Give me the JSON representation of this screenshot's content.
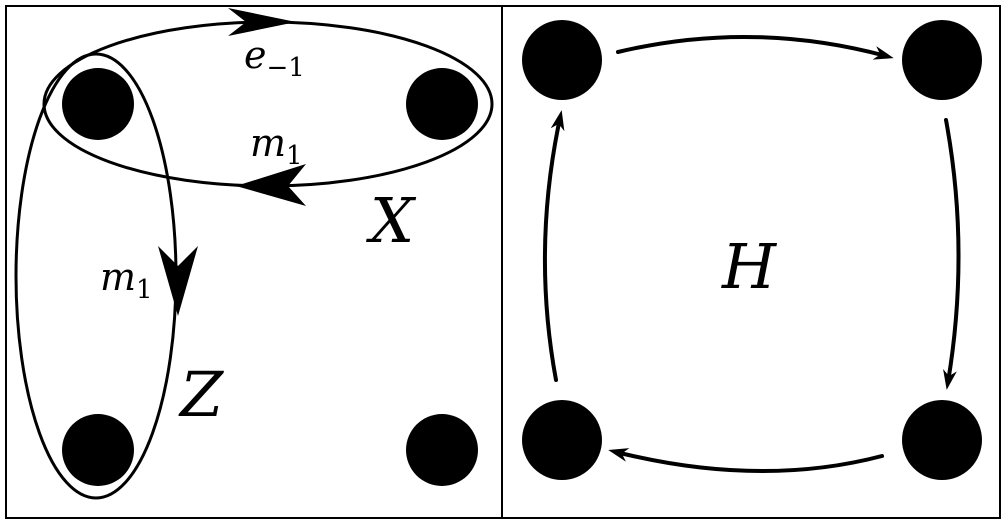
{
  "panels": {
    "left": {
      "labels": {
        "e_base": "e",
        "e_sub": "−1",
        "m_top_base": "m",
        "m_top_sub": "1",
        "m_left_base": "m",
        "m_left_sub": "1",
        "X": "X",
        "Z": "Z"
      }
    },
    "right": {
      "labels": {
        "H": "H"
      }
    }
  },
  "colors": {
    "ink": "#000000",
    "background": "#ffffff"
  }
}
